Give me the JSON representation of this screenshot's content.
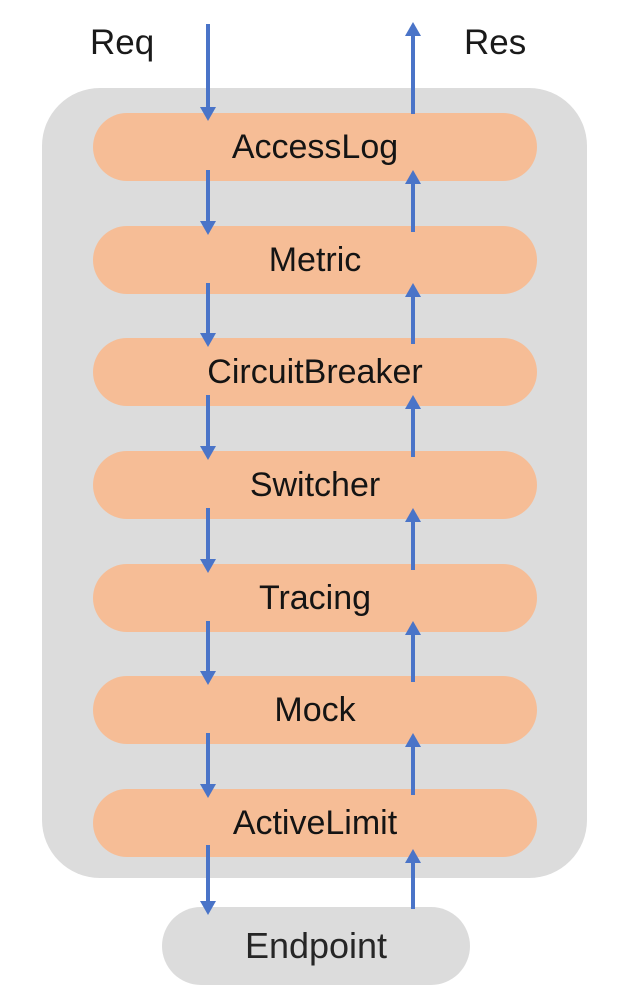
{
  "labels": {
    "request": "Req",
    "response": "Res"
  },
  "chain": {
    "middlewares": [
      "AccessLog",
      "Metric",
      "CircuitBreaker",
      "Switcher",
      "Tracing",
      "Mock",
      "ActiveLimit"
    ]
  },
  "endpoint": {
    "label": "Endpoint"
  },
  "icons": {
    "request_flow": "down-arrow",
    "response_flow": "up-arrow"
  },
  "colors": {
    "middleware_pill": "#f6bd96",
    "container": "#dcdcdc",
    "arrow": "#4a74c8",
    "label_text": "#1a1a1a"
  }
}
